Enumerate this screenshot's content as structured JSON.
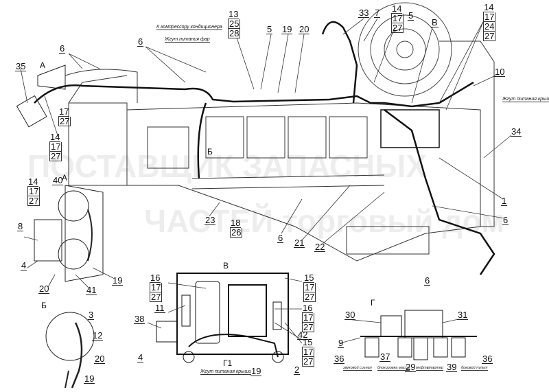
{
  "watermark": "Поставщик запасных частей торговый дом",
  "notes": {
    "compressor": "К компрессору кондиционера",
    "headlights": "Жгут питания фар",
    "roof_top": "Жгут питания крыши",
    "roof_bottom": "Жгут питания крыши"
  },
  "views": {
    "a_arrow": "А",
    "a": "А",
    "b_engine": "Б",
    "b": "Б",
    "v_top": "В",
    "v": "В",
    "g1": "Г1",
    "g": "Г"
  },
  "labels": {
    "top_5a": "5",
    "top_19": "19",
    "top_20": "20",
    "top_33": "33",
    "top_7": "7",
    "top_5b": "5",
    "top_6_left": "6",
    "top_6_mid": "6",
    "l_35": "35",
    "r_10": "10",
    "r_34": "34",
    "r_1": "1",
    "r_6": "6",
    "mid_6b": "6",
    "a_40": "40",
    "a_8": "8",
    "a_4": "4",
    "a_20": "20",
    "a_41": "41",
    "a_19": "19",
    "m_23": "23",
    "m_6": "6",
    "m_21": "21",
    "m_22": "22",
    "v_11": "11",
    "v_38": "38",
    "v_4": "4",
    "v_19": "19",
    "v_2": "2",
    "v_42": "42",
    "g_30": "30",
    "g_31": "31",
    "g_9": "9",
    "g_36a": "36",
    "g_37": "37",
    "g_29": "29",
    "g_39": "39",
    "g_36b": "36",
    "b_3": "3",
    "b_12": "12",
    "b_20": "20",
    "b_19": "19"
  },
  "stacks": {
    "s13": [
      "13",
      "25",
      "28"
    ],
    "s14top": [
      "14",
      "17",
      "27"
    ],
    "s14right": [
      "14",
      "17",
      "24",
      "27"
    ],
    "s17left": [
      "17",
      "27"
    ],
    "s14left": [
      "14",
      "17",
      "27"
    ],
    "s14a": [
      "14",
      "17",
      "27"
    ],
    "s18": [
      "18",
      "26"
    ],
    "v16a": [
      "16",
      "17",
      "27"
    ],
    "v15a": [
      "15",
      "17",
      "27"
    ],
    "v16b": [
      "16",
      "17",
      "27"
    ],
    "v15b": [
      "15",
      "17",
      "27"
    ]
  },
  "connectors": {
    "horn": "звуковой сигнал",
    "mass": "блокировка массы",
    "clutch": "муфта",
    "starter": "стартер",
    "side_panel": "боковой пульт"
  }
}
